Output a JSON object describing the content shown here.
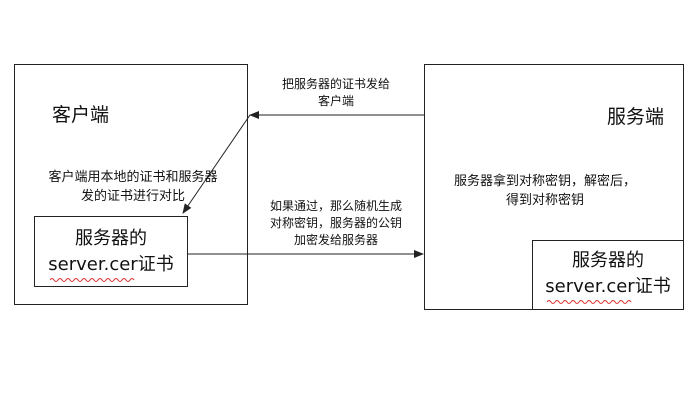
{
  "client": {
    "title": "客户端",
    "note_line1": "客户端用本地的证书和服务器",
    "note_line2": "发的证书进行对比",
    "cert_line1": "服务器的",
    "cert_code": "server.cer",
    "cert_suffix": "证书"
  },
  "server": {
    "title": "服务端",
    "note_line1": "服务器拿到对称密钥，解密后，",
    "note_line2": "得到对称密钥",
    "cert_line1": "服务器的",
    "cert_code": "server.cer",
    "cert_suffix": "证书"
  },
  "arrows": {
    "send_cert_line1": "把服务器的证书发给",
    "send_cert_line2": "客户端",
    "key_line1": "如果通过，那么随机生成",
    "key_line2": "对称密钥，服务器的公钥",
    "key_line3": "加密发给服务器"
  },
  "colors": {
    "line": "#222222",
    "squiggle": "#d9302c"
  }
}
